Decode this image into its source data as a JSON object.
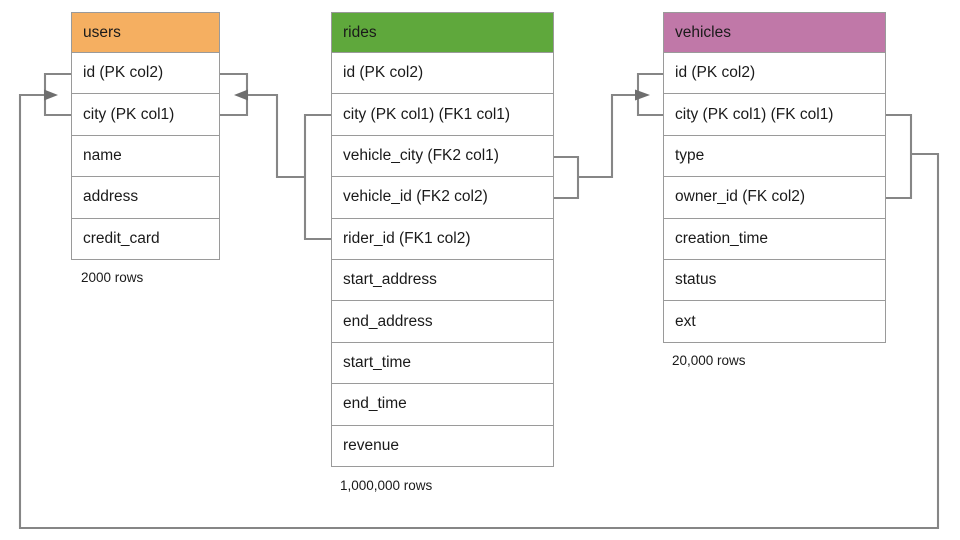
{
  "diagram": {
    "title": "",
    "colors": {
      "users_header": "#f5af61",
      "rides_header": "#5fa83c",
      "vehicles_header": "#c078a8",
      "table_border": "#9a9a9a",
      "connector": "#868686",
      "arrow": "#6e6e6e",
      "text": "#1a1a1a",
      "background": "#ffffff"
    },
    "tables": [
      {
        "name": "users",
        "header_color": "#f5af61",
        "row_count_label": "2000 rows",
        "columns": [
          "id (PK col2)",
          "city (PK col1)",
          "name",
          "address",
          "credit_card"
        ]
      },
      {
        "name": "rides",
        "header_color": "#5fa83c",
        "row_count_label": "1,000,000 rows",
        "columns": [
          "id (PK col2)",
          "city (PK col1) (FK1 col1)",
          "vehicle_city (FK2 col1)",
          "vehicle_id (FK2 col2)",
          "rider_id (FK1 col2)",
          "start_address",
          "end_address",
          "start_time",
          "end_time",
          "revenue"
        ]
      },
      {
        "name": "vehicles",
        "header_color": "#c078a8",
        "row_count_label": "20,000 rows",
        "columns": [
          "id (PK col2)",
          "city (PK col1) (FK col1)",
          "type",
          "owner_id (FK col2)",
          "creation_time",
          "status",
          "ext"
        ]
      }
    ],
    "relationships": [
      {
        "name": "rides-rider-to-users",
        "from_table": "rides",
        "from_columns": [
          "city (PK col1) (FK1 col1)",
          "rider_id (FK1 col2)"
        ],
        "to_table": "users",
        "to_columns": [
          "id (PK col2)",
          "city (PK col1)"
        ],
        "arrow_direction": "left"
      },
      {
        "name": "rides-vehicle-to-vehicles",
        "from_table": "rides",
        "from_columns": [
          "vehicle_city (FK2 col1)",
          "vehicle_id (FK2 col2)"
        ],
        "to_table": "vehicles",
        "to_columns": [
          "id (PK col2)",
          "city (PK col1) (FK col1)"
        ],
        "arrow_direction": "right"
      },
      {
        "name": "vehicles-owner-to-users",
        "from_table": "vehicles",
        "from_columns": [
          "city (PK col1) (FK col1)",
          "owner_id (FK col2)"
        ],
        "to_table": "users",
        "to_columns": [
          "id (PK col2)",
          "city (PK col1)"
        ],
        "arrow_direction": "left"
      }
    ]
  }
}
